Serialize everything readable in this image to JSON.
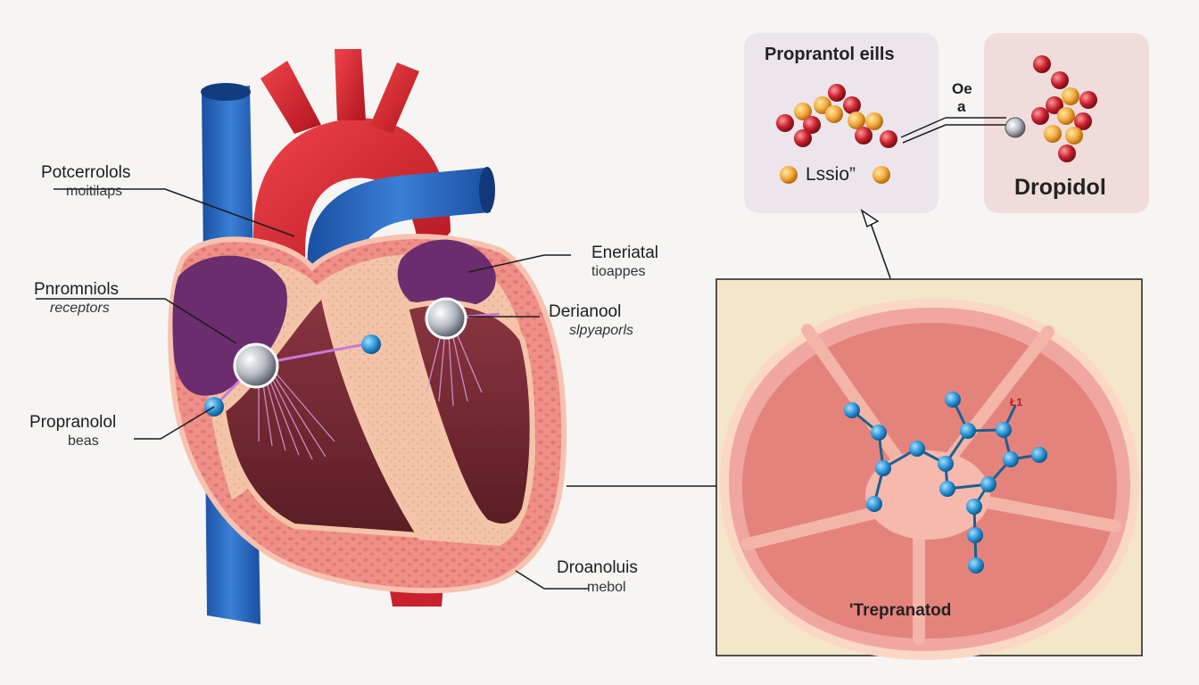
{
  "left_labels": [
    {
      "title": "Potcerrolols",
      "sub": "moitilaps"
    },
    {
      "title": "Pnromniols",
      "sub": "receptors"
    },
    {
      "title": "Propranolol",
      "sub": "beas"
    }
  ],
  "right_labels": [
    {
      "title": "Eneriatal",
      "sub": "tioappes"
    },
    {
      "title": "Derianool",
      "sub": "slpyaporls"
    },
    {
      "title": "Droanoluis",
      "sub": "mebol"
    }
  ],
  "box_left": {
    "title": "Proprantol eills",
    "bottom_label": "Lssio”"
  },
  "box_right": {
    "title": "Dropidol"
  },
  "connector_label": {
    "line1": "Oe",
    "line2": "a"
  },
  "cross_section": {
    "label": "'Trepranatod",
    "small_label": "Ł1"
  },
  "colors": {
    "aorta": "#d8232c",
    "vein": "#1f5fb8",
    "atrium": "#6b2d6e",
    "ventricle": "#6e2730",
    "myocardium": "#ef8a86",
    "molecule": "#2a96d8",
    "panel_bg": "#f4e6c8"
  }
}
